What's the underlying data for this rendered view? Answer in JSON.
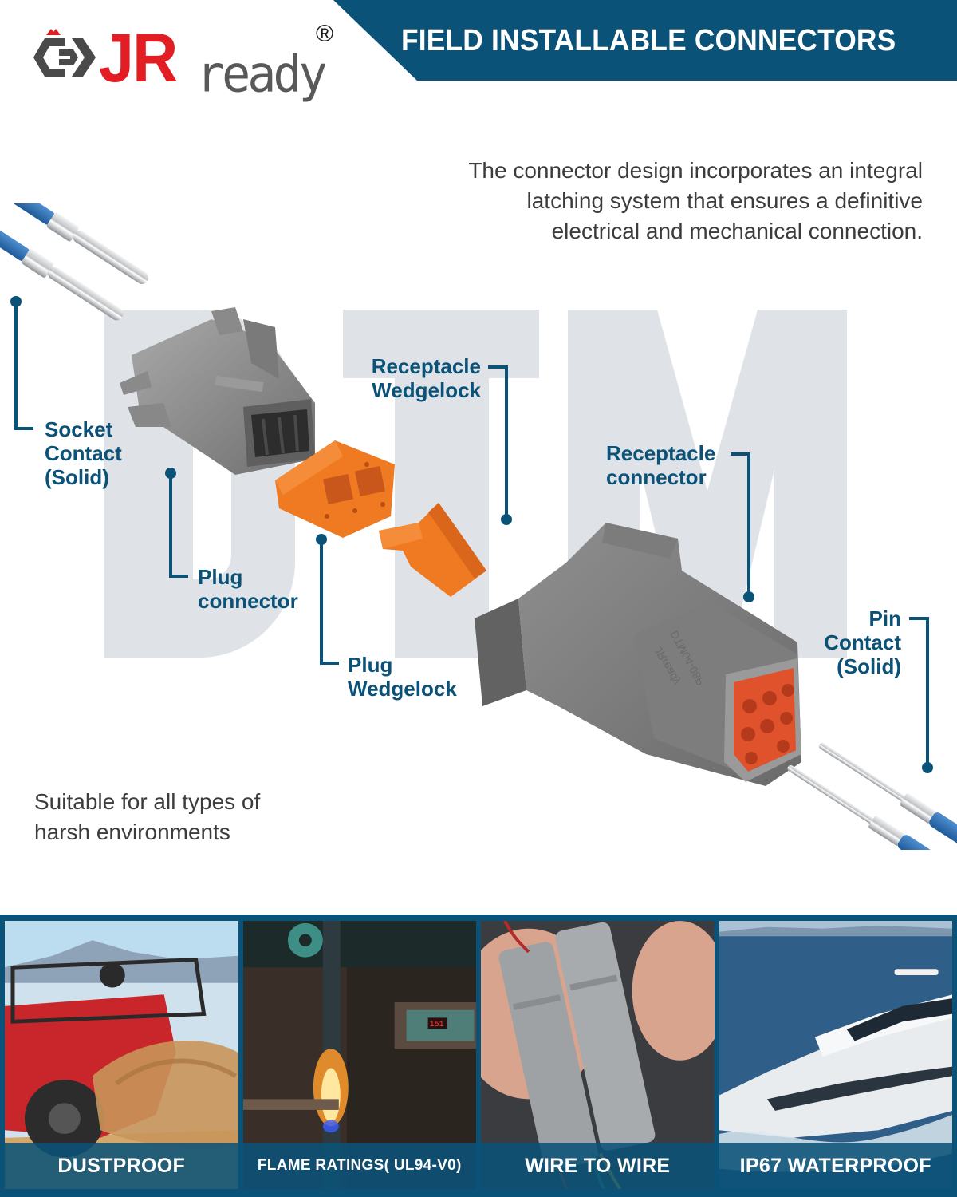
{
  "brand": {
    "name_primary": "JR",
    "name_secondary": "ready",
    "registered_mark": "®",
    "colors": {
      "red": "#e21d23",
      "gray": "#595959",
      "navy": "#0b5278"
    }
  },
  "header": {
    "title": "FIELD INSTALLABLE CONNECTORS"
  },
  "intro": {
    "lines": [
      "The connector design incorporates an integral",
      "latching system that ensures a definitive",
      "electrical and mechanical connection."
    ]
  },
  "watermark": {
    "text": "DTM",
    "color": "#dfe3e8"
  },
  "callouts": {
    "socket_contact": {
      "line1": "Socket",
      "line2": "Contact",
      "line3": "(Solid)"
    },
    "plug_connector": {
      "line1": "Plug",
      "line2": "connector"
    },
    "receptacle_wedgelock": {
      "line1": "Receptacle",
      "line2": "Wedgelock"
    },
    "plug_wedgelock": {
      "line1": "Plug",
      "line2": "Wedgelock"
    },
    "receptacle_connector": {
      "line1": "Receptacle",
      "line2": "connector"
    },
    "pin_contact": {
      "line1": "Pin",
      "line2": "Contact",
      "line3": "(Solid)"
    }
  },
  "product": {
    "housing_marking_line1": "JRready",
    "housing_marking_line2": "DTM04-08P",
    "colors": {
      "housing": "#8a8a8a",
      "wedgelock": "#f07a22",
      "seal": "#e0522c",
      "wire": "#2f6fb3"
    }
  },
  "tagline": {
    "lines": [
      "Suitable for all types of",
      "harsh environments"
    ]
  },
  "features": [
    {
      "label": "DUSTPROOF",
      "scene": "off-road-vehicle-sand"
    },
    {
      "label": "FLAME RATINGS( UL94-V0)",
      "scene": "flame-test-chamber"
    },
    {
      "label": "WIRE TO WIRE",
      "scene": "hand-holding-connectors"
    },
    {
      "label": "IP67 WATERPROOF",
      "scene": "yacht-on-sea"
    }
  ]
}
